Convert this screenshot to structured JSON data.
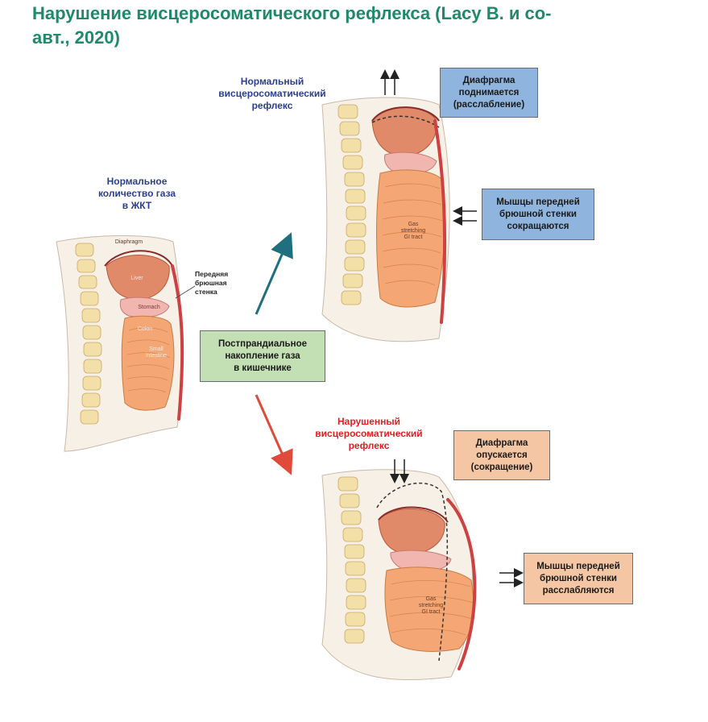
{
  "title": {
    "line1": "Нарушение висцеросоматического рефлекса (Lacy B. и со-",
    "line2": "авт., 2020)"
  },
  "labels": {
    "normal_gas": [
      "Нормальное",
      "количество газа",
      "в ЖКТ"
    ],
    "normal_reflex": [
      "Нормальный",
      "висцеросоматический",
      "рефлекс"
    ],
    "impaired_reflex": [
      "Нарушенный",
      "висцеросоматический",
      "рефлекс"
    ],
    "abdominal_wall": [
      "Передняя",
      "брюшная",
      "стенка"
    ]
  },
  "anatomy": {
    "diaphragm": "Diaphragm",
    "liver": "Liver",
    "stomach": "Stomach",
    "colon": "Colon",
    "small_intestine": [
      "Small",
      "intestine"
    ],
    "gas_stretching_top": [
      "Gas",
      "stretching",
      "GI tract"
    ],
    "gas_stretching_bottom": [
      "Gas",
      "stretching",
      "GI tract"
    ]
  },
  "boxes": {
    "diaphragm_up": [
      "Диафрагма",
      "поднимается",
      "(расслабление)"
    ],
    "muscles_contract": [
      "Мышцы передней",
      "брюшной стенки",
      "сокращаются"
    ],
    "postprandial": [
      "Постпрандиальное",
      "накопление газа",
      "в кишечнике"
    ],
    "diaphragm_down": [
      "Диафрагма",
      "опускается",
      "(сокращение)"
    ],
    "muscles_relax": [
      "Мышцы передней",
      "брюшной стенки",
      "расслабляются"
    ]
  },
  "colors": {
    "title": "#1f8a6b",
    "normal_text": "#2a3f8f",
    "impaired_text": "#e02020",
    "blue_box": "#8fb4dd",
    "green_box": "#c3dfb4",
    "salmon_box": "#f5c6a4",
    "arrow_teal": "#1f6f7f",
    "arrow_red": "#e04a3a"
  },
  "icons": {
    "arrow_up": "up-arrow-icon",
    "arrow_in": "left-arrow-icon",
    "arrow_down": "down-arrow-icon",
    "arrow_out": "right-arrow-icon"
  }
}
